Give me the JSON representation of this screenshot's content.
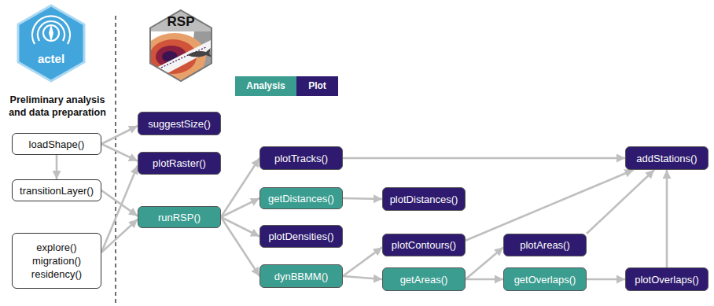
{
  "diagram": {
    "nodes": [
      {
        "text": [
          "loadShape()"
        ]
      },
      {
        "text": [
          "transitionLayer()"
        ]
      },
      {
        "text": [
          "explore()",
          "migration()",
          "residency()"
        ]
      },
      {
        "text": [
          "suggestSize()"
        ]
      },
      {
        "text": [
          "plotRaster()"
        ]
      },
      {
        "text": [
          "runRSP()"
        ]
      },
      {
        "text": [
          "plotTracks()"
        ]
      },
      {
        "text": [
          "getDistances()"
        ]
      },
      {
        "text": [
          "plotDistances()"
        ]
      },
      {
        "text": [
          "plotDensities()"
        ]
      },
      {
        "text": [
          "dynBBMM()"
        ]
      },
      {
        "text": [
          "plotContours()"
        ]
      },
      {
        "text": [
          "getAreas()"
        ]
      },
      {
        "text": [
          "plotAreas()"
        ]
      },
      {
        "text": [
          "getOverlaps()"
        ]
      },
      {
        "text": [
          "addStations()"
        ]
      },
      {
        "text": [
          "plotOverlaps()"
        ]
      }
    ],
    "edges": [
      {
        "from": 0,
        "to": 3,
        "arrow": "to"
      },
      {
        "from": 0,
        "to": 4,
        "arrow": "to"
      },
      {
        "from": 0,
        "to": 1,
        "arrow": "to"
      },
      {
        "from": 1,
        "to": 5,
        "arrow": "to"
      },
      {
        "from": 2,
        "to": 4,
        "arrow": "to"
      },
      {
        "from": 2,
        "to": 5,
        "arrow": "to"
      },
      {
        "from": 5,
        "to": 6,
        "arrow": "to"
      },
      {
        "from": 5,
        "to": 7,
        "arrow": "to"
      },
      {
        "from": 5,
        "to": 9,
        "arrow": "to"
      },
      {
        "from": 5,
        "to": 10,
        "arrow": "to"
      },
      {
        "from": 7,
        "to": 8,
        "arrow": "to"
      },
      {
        "from": 6,
        "to": 15,
        "arrow": "to"
      },
      {
        "from": 10,
        "to": 11,
        "arrow": "to"
      },
      {
        "from": 10,
        "to": 12,
        "arrow": "to"
      },
      {
        "from": 11,
        "to": 15,
        "arrow": "to"
      },
      {
        "from": 12,
        "to": 13,
        "arrow": "to"
      },
      {
        "from": 12,
        "to": 14,
        "arrow": "to"
      },
      {
        "from": 13,
        "to": 15,
        "arrow": "to"
      },
      {
        "from": 14,
        "to": 16,
        "arrow": "to"
      },
      {
        "from": 16,
        "to": 15,
        "arrow": "to"
      }
    ],
    "labels": [
      "actel",
      "RSP",
      "Preliminary analysis and data preparation"
    ],
    "legend": [
      {
        "text": "Analysis",
        "color": "#3a9d8f"
      },
      {
        "text": "Plot",
        "color": "#2e1a6e"
      }
    ]
  }
}
